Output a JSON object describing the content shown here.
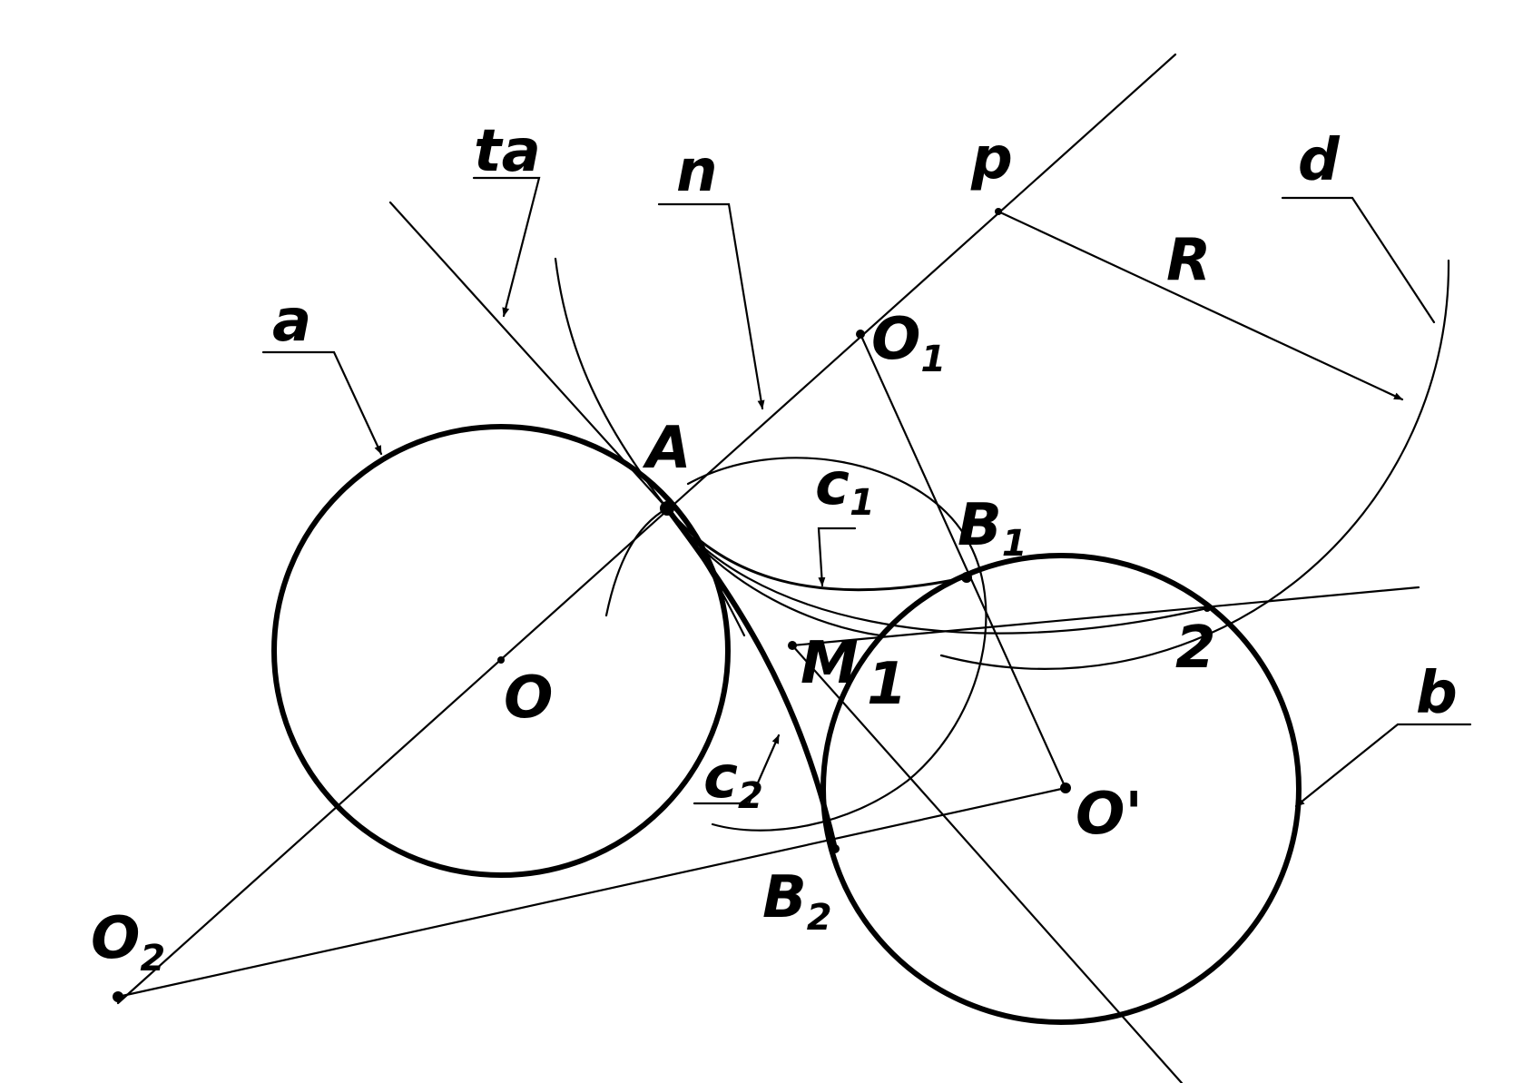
{
  "labels": {
    "a": "a",
    "b": "b",
    "d": "d",
    "n": "n",
    "ta": "ta",
    "p": "p",
    "R": "R",
    "A": "A",
    "O": "O",
    "O_prime": "O'",
    "M": "M",
    "one": "1",
    "two": "2",
    "O1_main": "O",
    "O1_sub": "1",
    "O2_main": "O",
    "O2_sub": "2",
    "B1_main": "B",
    "B1_sub": "1",
    "B2_main": "B",
    "B2_sub": "2",
    "c1_main": "c",
    "c1_sub": "1",
    "c2_main": "c",
    "c2_sub": "2"
  }
}
